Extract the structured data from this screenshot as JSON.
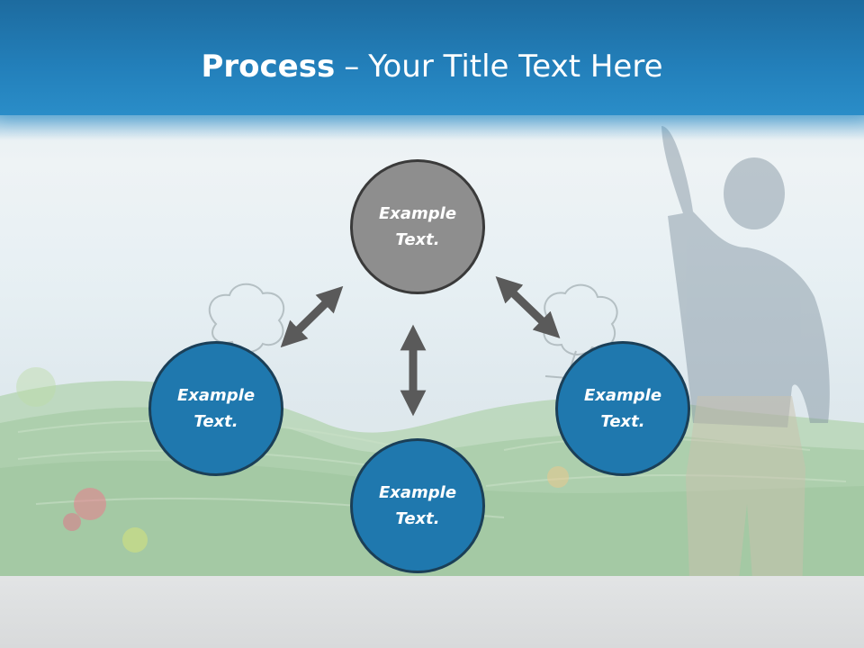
{
  "title": {
    "bold": "Process",
    "separator": "–",
    "rest": "Your Title Text Here"
  },
  "nodes": [
    {
      "id": "top",
      "label": "Example Text.",
      "color": "#8e8e8e"
    },
    {
      "id": "left",
      "label": "Example Text.",
      "color": "#1f78ae"
    },
    {
      "id": "right",
      "label": "Example Text.",
      "color": "#1f78ae"
    },
    {
      "id": "bottom",
      "label": "Example Text.",
      "color": "#1f78ae"
    }
  ],
  "colors": {
    "header": "#2380bb",
    "arrow": "#5a5a5a",
    "node_blue": "#1f78ae",
    "node_gray": "#8e8e8e"
  }
}
